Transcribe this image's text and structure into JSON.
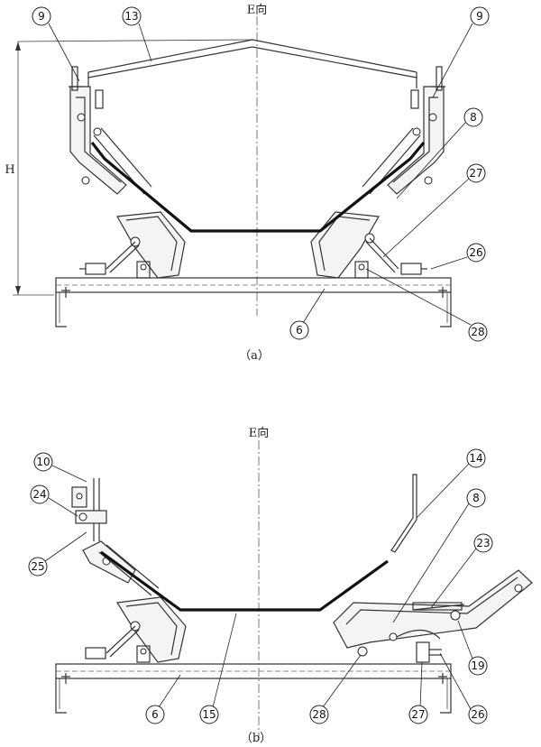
{
  "figure_a": {
    "direction_label": "E向",
    "height_label": "H",
    "caption": "（a）",
    "callouts": {
      "c9_left": "9",
      "c13": "13",
      "c9_right": "9",
      "c8": "8",
      "c27": "27",
      "c26": "26",
      "c28": "28",
      "c6": "6"
    }
  },
  "figure_b": {
    "direction_label": "E向",
    "caption": "（b）",
    "callouts": {
      "c10": "10",
      "c24": "24",
      "c25": "25",
      "c14": "14",
      "c8": "8",
      "c23": "23",
      "c19": "19",
      "c6": "6",
      "c15": "15",
      "c28": "28",
      "c27": "27",
      "c26": "26"
    }
  }
}
